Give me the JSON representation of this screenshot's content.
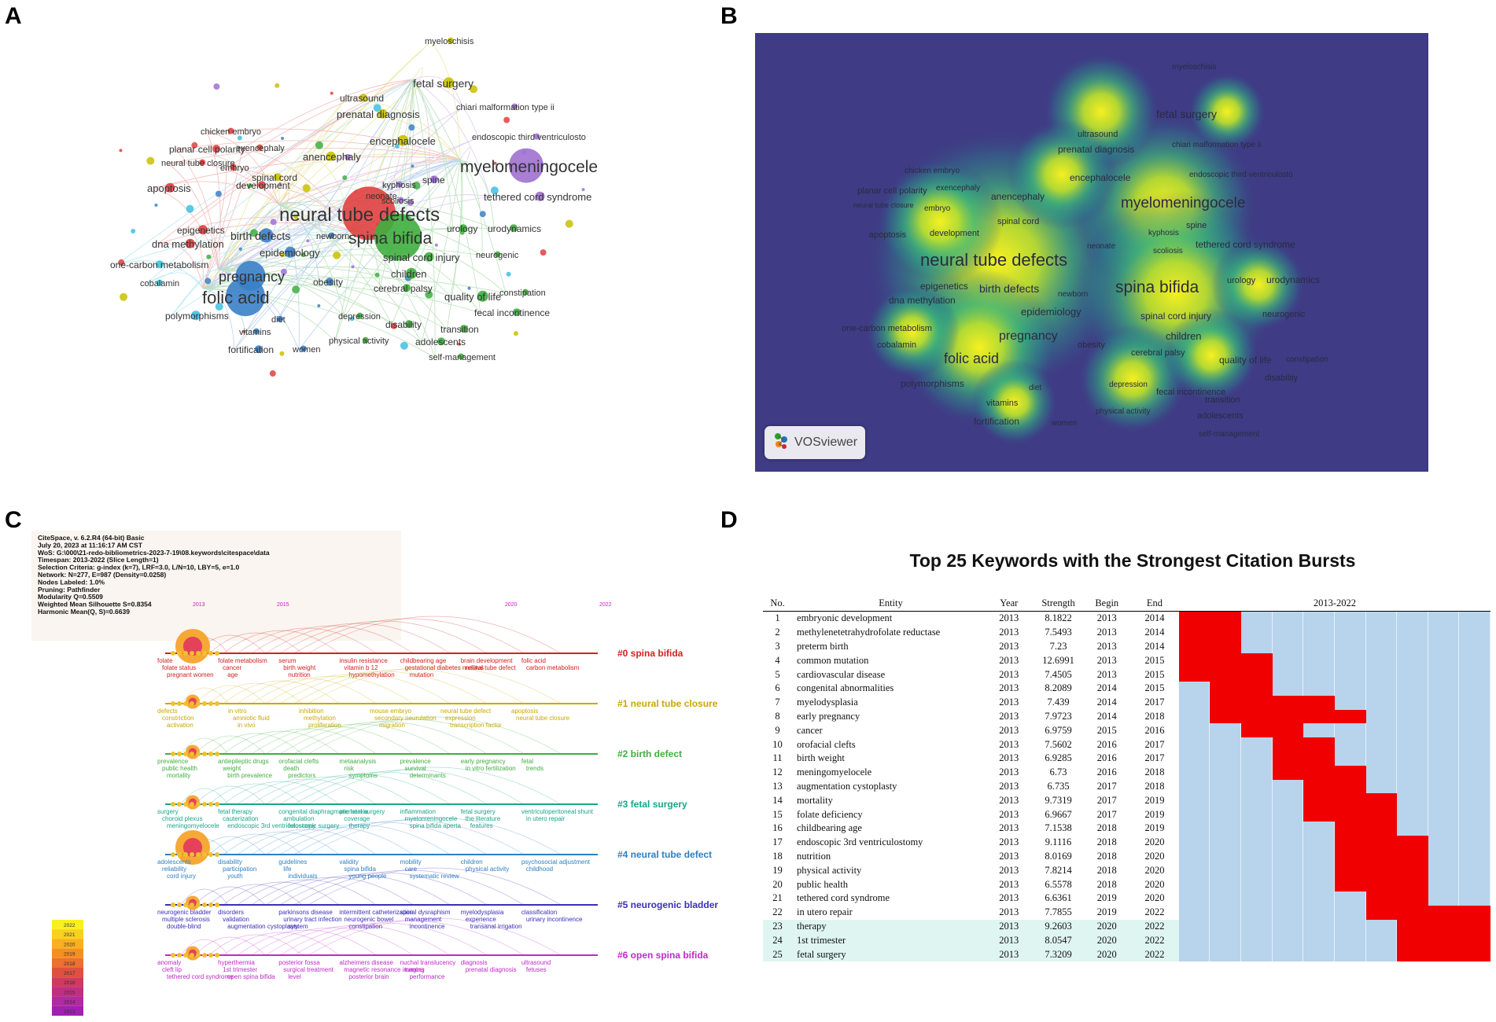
{
  "panels": {
    "a": "A",
    "b": "B",
    "c": "C",
    "d": "D"
  },
  "panel_a": {
    "labels": [
      {
        "t": "myeloschisis",
        "c": "#333"
      },
      {
        "t": "fetal surgery",
        "c": "#333"
      },
      {
        "t": "ultrasound",
        "c": "#333"
      },
      {
        "t": "chiari malformation type ii",
        "c": "#333"
      },
      {
        "t": "prenatal diagnosis",
        "c": "#333"
      },
      {
        "t": "endoscopic third ventriculosto",
        "c": "#333"
      },
      {
        "t": "chicken embryo",
        "c": "#333"
      },
      {
        "t": "encephalocele",
        "c": "#333"
      },
      {
        "t": "planar cell polarity",
        "c": "#333"
      },
      {
        "t": "exencephaly",
        "c": "#333"
      },
      {
        "t": "myelomeningocele",
        "c": "#333"
      },
      {
        "t": "anencephaly",
        "c": "#333"
      },
      {
        "t": "neural tube closure",
        "c": "#333"
      },
      {
        "t": "embryo",
        "c": "#333"
      },
      {
        "t": "spinal cord",
        "c": "#333"
      },
      {
        "t": "spine",
        "c": "#333"
      },
      {
        "t": "apoptosis",
        "c": "#333"
      },
      {
        "t": "development",
        "c": "#333"
      },
      {
        "t": "kyphosis",
        "c": "#333"
      },
      {
        "t": "tethered cord syndrome",
        "c": "#333"
      },
      {
        "t": "neonate",
        "c": "#333"
      },
      {
        "t": "scoliosis",
        "c": "#333"
      },
      {
        "t": "neural tube defects",
        "c": "#333"
      },
      {
        "t": "urology",
        "c": "#333"
      },
      {
        "t": "urodynamics",
        "c": "#333"
      },
      {
        "t": "epigenetics",
        "c": "#333"
      },
      {
        "t": "birth defects",
        "c": "#333"
      },
      {
        "t": "spina bifida",
        "c": "#333"
      },
      {
        "t": "newborn",
        "c": "#333"
      },
      {
        "t": "dna methylation",
        "c": "#333"
      },
      {
        "t": "epidemiology",
        "c": "#333"
      },
      {
        "t": "spinal cord injury",
        "c": "#333"
      },
      {
        "t": "neurogenic",
        "c": "#333"
      },
      {
        "t": "one-carbon metabolism",
        "c": "#333"
      },
      {
        "t": "pregnancy",
        "c": "#333"
      },
      {
        "t": "children",
        "c": "#333"
      },
      {
        "t": "obesity",
        "c": "#333"
      },
      {
        "t": "cobalamin",
        "c": "#333"
      },
      {
        "t": "folic acid",
        "c": "#333"
      },
      {
        "t": "cerebral palsy",
        "c": "#333"
      },
      {
        "t": "quality of life",
        "c": "#333"
      },
      {
        "t": "constipation",
        "c": "#333"
      },
      {
        "t": "polymorphisms",
        "c": "#333"
      },
      {
        "t": "diet",
        "c": "#333"
      },
      {
        "t": "depression",
        "c": "#333"
      },
      {
        "t": "fecal incontinence",
        "c": "#333"
      },
      {
        "t": "disability",
        "c": "#333"
      },
      {
        "t": "vitamins",
        "c": "#333"
      },
      {
        "t": "transition",
        "c": "#333"
      },
      {
        "t": "physical activity",
        "c": "#333"
      },
      {
        "t": "adolescents",
        "c": "#333"
      },
      {
        "t": "fortification",
        "c": "#333"
      },
      {
        "t": "women",
        "c": "#333"
      },
      {
        "t": "self-management",
        "c": "#333"
      }
    ]
  },
  "panel_b": {
    "brand": "VOSviewer",
    "background": "#3f3b85"
  },
  "panel_c": {
    "info_lines": [
      "CiteSpace, v. 6.2.R4 (64-bit) Basic",
      "July 20, 2023 at 11:16:17 AM CST",
      "WoS: G:\\000\\21-redo-bibliometrics-2023-7-19\\08.keywords\\citespace\\data",
      "Timespan: 2013-2022 (Slice Length=1)",
      "Selection Criteria: g-index (k=7), LRF=3.0, L/N=10, LBY=5, e=1.0",
      "Network: N=277, E=987 (Density=0.0258)",
      "Nodes Labeled: 1.0%",
      "Pruning: Pathfinder",
      "Modularity Q=0.5509",
      "Weighted Mean Silhouette S=0.8354",
      "Harmonic Mean(Q, S)=0.6639"
    ],
    "years_axis": [
      "2013",
      "2015",
      "2020",
      "2022"
    ],
    "legend_years": [
      "2022",
      "2021",
      "2020",
      "2019",
      "2018",
      "2017",
      "2016",
      "2015",
      "2014",
      "2013"
    ],
    "clusters": [
      {
        "label": "#0 spina bifida",
        "color": "#d42020",
        "terms": [
          "folate",
          "folate metabolism",
          "serum",
          "insulin resistance",
          "childbearing age",
          "brain development",
          "folic acid",
          "folate status",
          "cancer",
          "birth weight",
          "vitamin b 12",
          "gestational diabetes mellitus",
          "neural tube defect",
          "carbon metabolism",
          "pregnant women",
          "age",
          "nutrition",
          "hypomethylation",
          "mutation"
        ]
      },
      {
        "label": "#1 neural tube closure",
        "color": "#c9a800",
        "terms": [
          "defects",
          "in vitro",
          "inhibition",
          "mouse embryo",
          "neural tube defect",
          "apoptosis",
          "constriction",
          "amniotic fluid",
          "methylation",
          "secondary neurulation",
          "expression",
          "neural tube closure",
          "activation",
          "in vivo",
          "proliferation",
          "migration",
          "transcription factor"
        ]
      },
      {
        "label": "#2 birth defect",
        "color": "#3fae3f",
        "terms": [
          "prevalence",
          "antiepileptic drugs",
          "orofacial clefts",
          "metaanalysis",
          "prevalence",
          "early pregnancy",
          "fetal",
          "public health",
          "weight",
          "death",
          "risk",
          "survival",
          "in vitro fertilization",
          "trends",
          "mortality",
          "birth prevalence",
          "predictors",
          "symptoms",
          "determinants"
        ]
      },
      {
        "label": "#3 fetal surgery",
        "color": "#18a58a",
        "terms": [
          "surgery",
          "fetal therapy",
          "congenital diaphragmatic hernia",
          "prenatal surgery",
          "inflammation",
          "fetal surgery",
          "ventriculoperitoneal shunt",
          "choroid plexus",
          "cauterization",
          "ambulation",
          "coverage",
          "myelomeningocele",
          "the literature",
          "in utero repair",
          "meningomyelocele",
          "endoscopic 3rd ventriculostomy",
          "fetoscopic surgery",
          "therapy",
          "spina bifida aperta",
          "features"
        ]
      },
      {
        "label": "#4 neural tube defect",
        "color": "#2f7fc0",
        "terms": [
          "adolescents",
          "disability",
          "guidelines",
          "validity",
          "mobility",
          "children",
          "psychosocial adjustment",
          "reliability",
          "participation",
          "life",
          "spina bifida",
          "care",
          "physical activity",
          "childhood",
          "cord injury",
          "youth",
          "individuals",
          "young people",
          "systematic review"
        ]
      },
      {
        "label": "#5 neurogenic bladder",
        "color": "#3a2fb8",
        "terms": [
          "neurogenic bladder",
          "disorders",
          "parkinsons disease",
          "intermittent catheterization",
          "spinal dysraphism",
          "myelodysplasia",
          "classification",
          "multiple sclerosis",
          "validation",
          "urinary tract infection",
          "neurogenic bowel",
          "management",
          "experience",
          "urinary incontinence",
          "double-blind",
          "augmentation cystoplasty",
          "system",
          "constipation",
          "incontinence",
          "transanal irrigation"
        ]
      },
      {
        "label": "#6 open spina bifida",
        "color": "#c02ac8",
        "terms": [
          "anomaly",
          "hyperthermia",
          "posterior fossa",
          "alzheimers disease",
          "nuchal translucency",
          "diagnosis",
          "ultrasound",
          "cleft lip",
          "1st trimester",
          "surgical treatment",
          "magnetic resonance imaging",
          "tumors",
          "prenatal diagnosis",
          "fetuses",
          "tethered cord syndrome",
          "open spina bifida",
          "level",
          "posterior brain",
          "performance"
        ]
      }
    ]
  },
  "panel_d": {
    "title": "Top 25 Keywords with the Strongest Citation Bursts",
    "headers": {
      "no": "No.",
      "entity": "Entity",
      "year": "Year",
      "strength": "Strength",
      "begin": "Begin",
      "end": "End",
      "range": "2013-2022"
    },
    "timeline_start": 2013,
    "timeline_end": 2022,
    "burst_color": "#f00000",
    "base_color": "#b8d3ec",
    "rows": [
      {
        "no": "1",
        "entity": "embryonic development",
        "year": "2013",
        "strength": "8.1822",
        "begin": "2013",
        "end": "2014"
      },
      {
        "no": "2",
        "entity": "methylenetetrahydrofolate reductase",
        "year": "2013",
        "strength": "7.5493",
        "begin": "2013",
        "end": "2014"
      },
      {
        "no": "3",
        "entity": "preterm birth",
        "year": "2013",
        "strength": "7.23",
        "begin": "2013",
        "end": "2014"
      },
      {
        "no": "4",
        "entity": "common mutation",
        "year": "2013",
        "strength": "12.6991",
        "begin": "2013",
        "end": "2015"
      },
      {
        "no": "5",
        "entity": "cardiovascular disease",
        "year": "2013",
        "strength": "7.4505",
        "begin": "2013",
        "end": "2015"
      },
      {
        "no": "6",
        "entity": "congenital abnormalities",
        "year": "2013",
        "strength": "8.2089",
        "begin": "2014",
        "end": "2015"
      },
      {
        "no": "7",
        "entity": "myelodysplasia",
        "year": "2013",
        "strength": "7.439",
        "begin": "2014",
        "end": "2017"
      },
      {
        "no": "8",
        "entity": "early pregnancy",
        "year": "2013",
        "strength": "7.9723",
        "begin": "2014",
        "end": "2018"
      },
      {
        "no": "9",
        "entity": "cancer",
        "year": "2013",
        "strength": "6.9759",
        "begin": "2015",
        "end": "2016"
      },
      {
        "no": "10",
        "entity": "orofacial clefts",
        "year": "2013",
        "strength": "7.5602",
        "begin": "2016",
        "end": "2017"
      },
      {
        "no": "11",
        "entity": "birth weight",
        "year": "2013",
        "strength": "6.9285",
        "begin": "2016",
        "end": "2017"
      },
      {
        "no": "12",
        "entity": "meningomyelocele",
        "year": "2013",
        "strength": "6.73",
        "begin": "2016",
        "end": "2018"
      },
      {
        "no": "13",
        "entity": "augmentation cystoplasty",
        "year": "2013",
        "strength": "6.735",
        "begin": "2017",
        "end": "2018"
      },
      {
        "no": "14",
        "entity": "mortality",
        "year": "2013",
        "strength": "9.7319",
        "begin": "2017",
        "end": "2019"
      },
      {
        "no": "15",
        "entity": "folate deficiency",
        "year": "2013",
        "strength": "6.9667",
        "begin": "2017",
        "end": "2019"
      },
      {
        "no": "16",
        "entity": "childbearing age",
        "year": "2013",
        "strength": "7.1538",
        "begin": "2018",
        "end": "2019"
      },
      {
        "no": "17",
        "entity": "endoscopic 3rd ventriculostomy",
        "year": "2013",
        "strength": "9.1116",
        "begin": "2018",
        "end": "2020"
      },
      {
        "no": "18",
        "entity": "nutrition",
        "year": "2013",
        "strength": "8.0169",
        "begin": "2018",
        "end": "2020"
      },
      {
        "no": "19",
        "entity": "physical activity",
        "year": "2013",
        "strength": "7.8214",
        "begin": "2018",
        "end": "2020"
      },
      {
        "no": "20",
        "entity": "public health",
        "year": "2013",
        "strength": "6.5578",
        "begin": "2018",
        "end": "2020"
      },
      {
        "no": "21",
        "entity": "tethered cord syndrome",
        "year": "2013",
        "strength": "6.6361",
        "begin": "2019",
        "end": "2020"
      },
      {
        "no": "22",
        "entity": "in utero repair",
        "year": "2013",
        "strength": "7.7855",
        "begin": "2019",
        "end": "2022"
      },
      {
        "no": "23",
        "entity": "therapy",
        "year": "2013",
        "strength": "9.2603",
        "begin": "2020",
        "end": "2022",
        "highlight": true
      },
      {
        "no": "24",
        "entity": "1st trimester",
        "year": "2013",
        "strength": "8.0547",
        "begin": "2020",
        "end": "2022",
        "highlight": true
      },
      {
        "no": "25",
        "entity": "fetal surgery",
        "year": "2013",
        "strength": "7.3209",
        "begin": "2020",
        "end": "2022",
        "highlight": true
      }
    ]
  }
}
